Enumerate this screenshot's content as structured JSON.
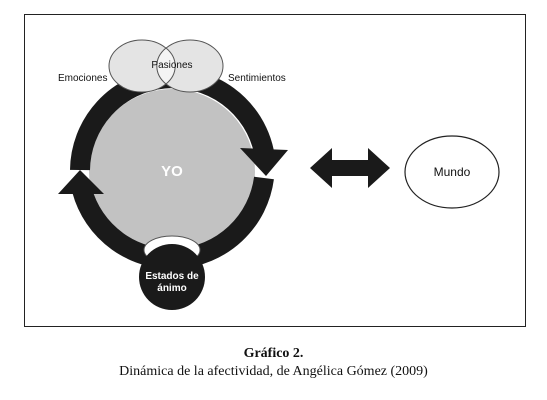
{
  "diagram": {
    "emociones": "Emociones",
    "pasiones": "Pasiones",
    "sentimientos": "Sentimientos",
    "yo": "YO",
    "estados_line1": "Estados de",
    "estados_line2": "ánimo",
    "mundo": "Mundo"
  },
  "caption": {
    "title": "Gráfico 2.",
    "subtitle": "Dinámica de la afectividad, de Angélica Gómez (2009)"
  },
  "colors": {
    "arrow": "#1a1a1a",
    "yo_fill": "#c2c2c2",
    "bubble_fill": "#e4e4e4",
    "estados_fill": "#1a1a1a"
  }
}
